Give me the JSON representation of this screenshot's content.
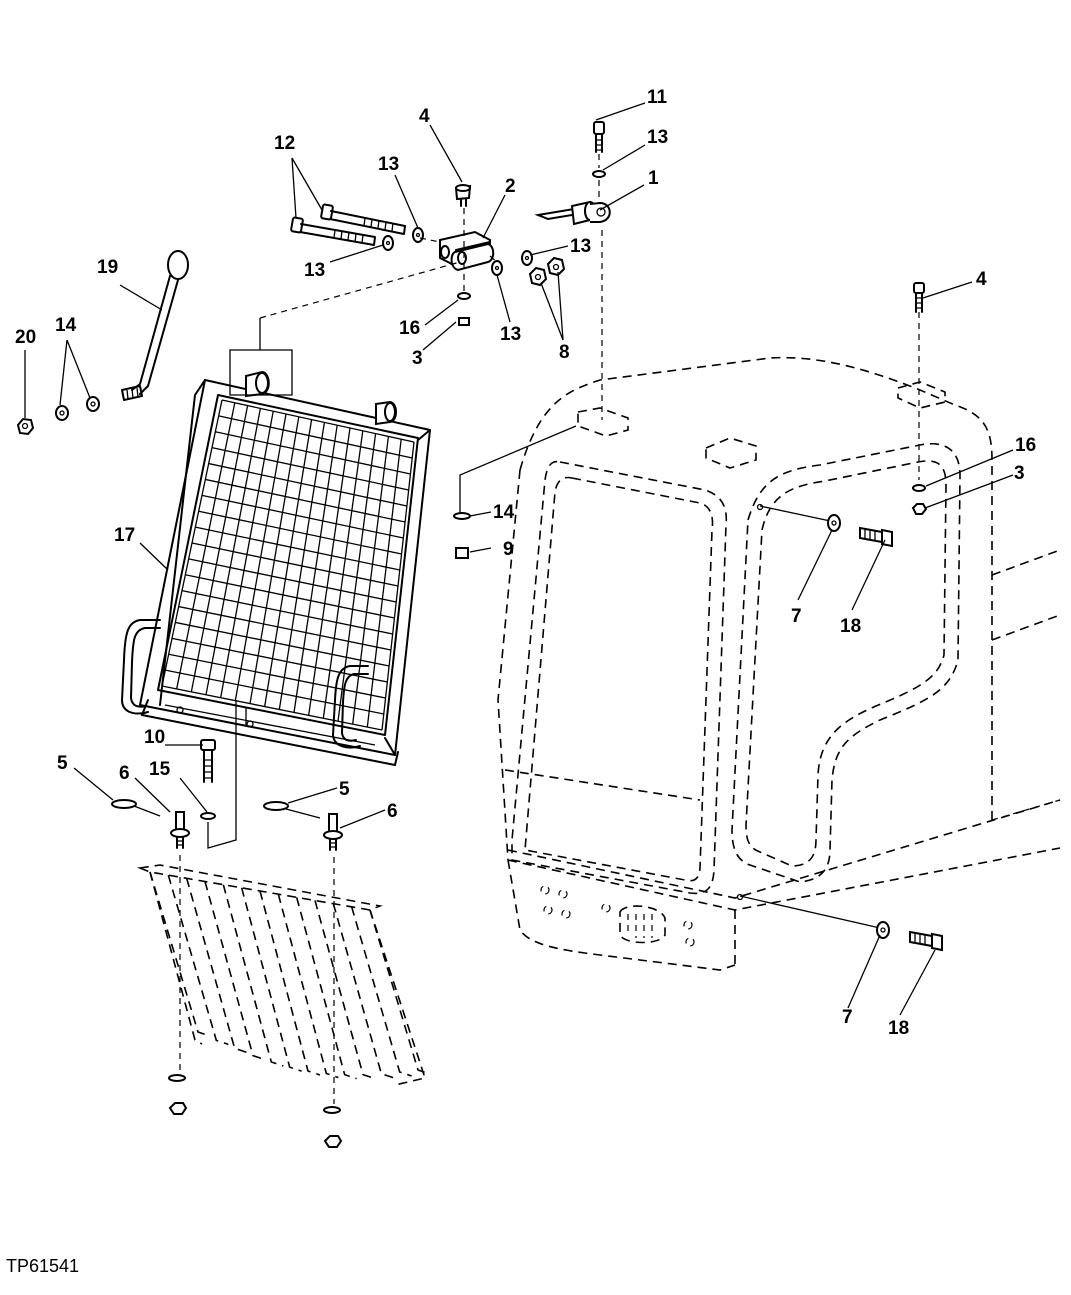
{
  "figure_id": "TP61541",
  "callouts": [
    {
      "label": "1"
    },
    {
      "label": "2"
    },
    {
      "label": "3"
    },
    {
      "label": "3"
    },
    {
      "label": "4"
    },
    {
      "label": "4"
    },
    {
      "label": "5"
    },
    {
      "label": "5"
    },
    {
      "label": "6"
    },
    {
      "label": "6"
    },
    {
      "label": "7"
    },
    {
      "label": "7"
    },
    {
      "label": "8"
    },
    {
      "label": "9"
    },
    {
      "label": "10"
    },
    {
      "label": "11"
    },
    {
      "label": "12"
    },
    {
      "label": "13"
    },
    {
      "label": "13"
    },
    {
      "label": "13"
    },
    {
      "label": "13"
    },
    {
      "label": "13"
    },
    {
      "label": "14"
    },
    {
      "label": "14"
    },
    {
      "label": "15"
    },
    {
      "label": "16"
    },
    {
      "label": "16"
    },
    {
      "label": "17"
    },
    {
      "label": "18"
    },
    {
      "label": "18"
    },
    {
      "label": "19"
    },
    {
      "label": "20"
    }
  ]
}
